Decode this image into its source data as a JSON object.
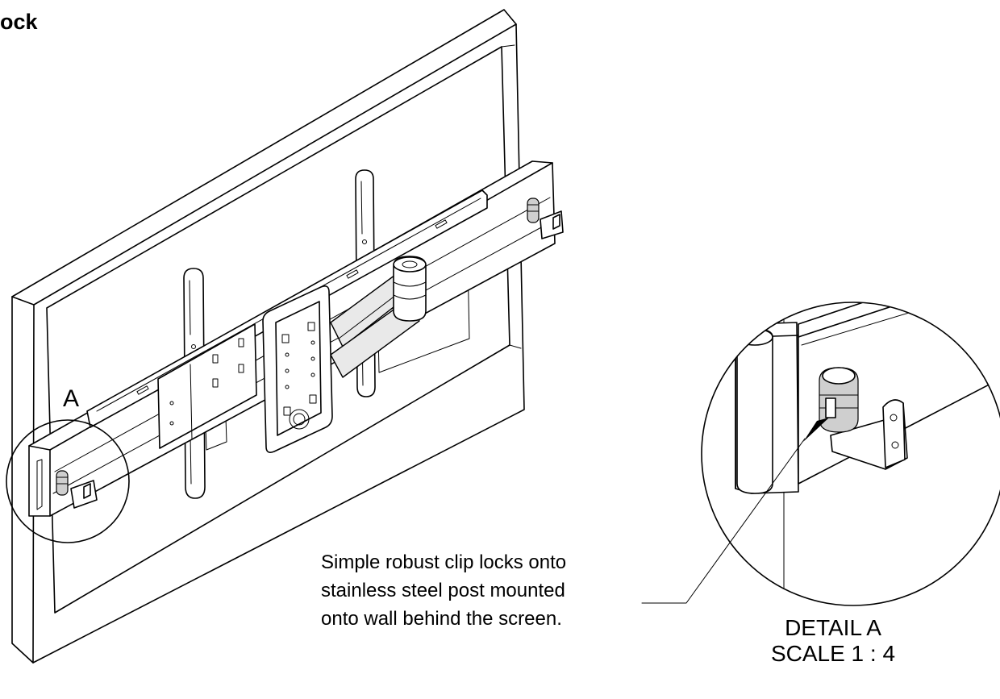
{
  "drawing": {
    "title_fragment": "ock",
    "detail_marker": "A",
    "callout_lines": [
      "Simple robust clip locks onto",
      "stainless steel post mounted",
      "onto wall behind the screen."
    ],
    "detail_caption": {
      "line1": "DETAIL A",
      "line2": "SCALE 1 : 4"
    }
  }
}
